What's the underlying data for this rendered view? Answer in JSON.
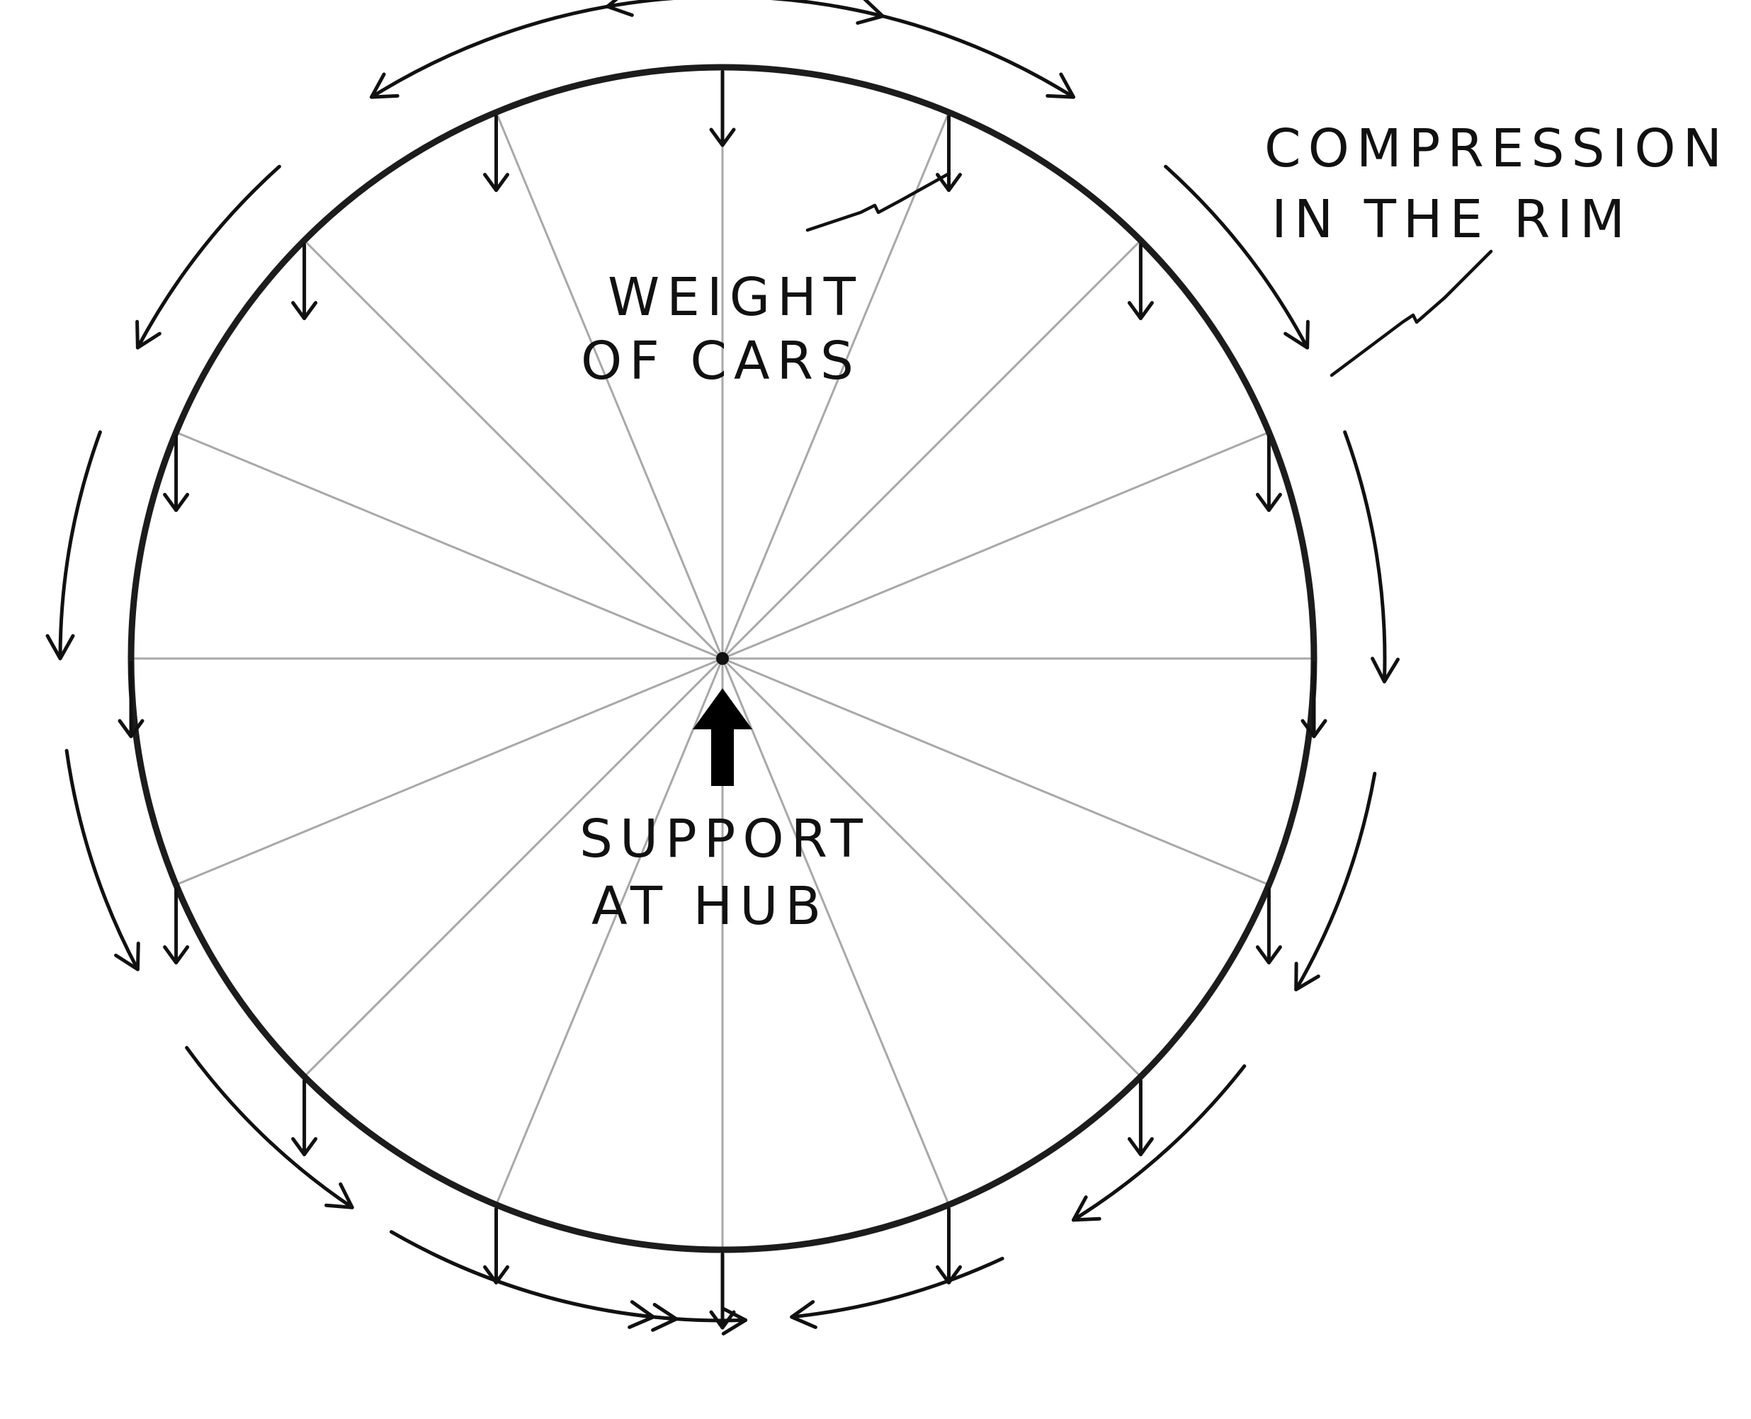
{
  "labels": {
    "weight": [
      "WEIGHT",
      "OF CARS"
    ],
    "support": [
      "SUPPORT",
      "AT HUB"
    ],
    "compression": [
      "COMPRESSION",
      "IN THE RIM"
    ]
  },
  "spoke_count": 16,
  "colors": {
    "ink": "#111111",
    "spoke": "#a8a8a8",
    "background": "#ffffff"
  }
}
